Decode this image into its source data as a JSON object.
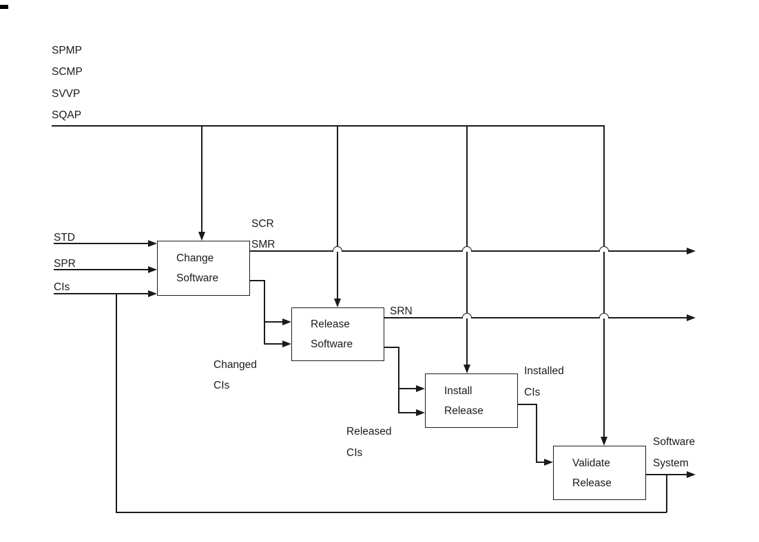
{
  "diagram": {
    "plan_inputs": {
      "spmp": "SPMP",
      "scmp": "SCMP",
      "svvp": "SVVP",
      "sqap": "SQAP"
    },
    "left_inputs": {
      "std": "STD",
      "spr": "SPR",
      "cis": "CIs"
    },
    "processes": {
      "change_software": {
        "line1": "Change",
        "line2": "Software"
      },
      "release_software": {
        "line1": "Release",
        "line2": "Software"
      },
      "install_release": {
        "line1": "Install",
        "line2": "Release"
      },
      "validate_release": {
        "line1": "Validate",
        "line2": "Release"
      }
    },
    "flow_labels": {
      "scr": "SCR",
      "smr": "SMR",
      "srn": "SRN",
      "changed_cis": {
        "line1": "Changed",
        "line2": "CIs"
      },
      "released_cis": {
        "line1": "Released",
        "line2": "CIs"
      },
      "installed_cis": {
        "line1": "Installed",
        "line2": "CIs"
      },
      "software_system": {
        "line1": "Software",
        "line2": "System"
      }
    },
    "colors": {
      "line": "#1a1a1a",
      "background": "#ffffff"
    }
  }
}
